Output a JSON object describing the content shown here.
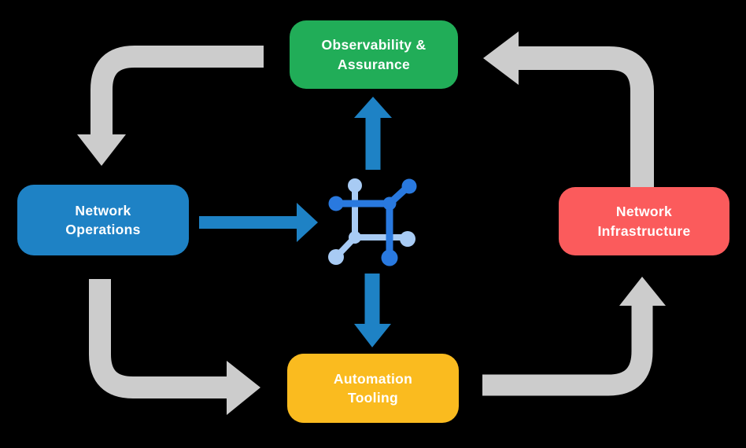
{
  "diagram": {
    "background_color": "#000000",
    "nodes": [
      {
        "id": "observability-assurance",
        "label": "Observability &\nAssurance",
        "color": "#21AD58",
        "text_color": "#FFFFFF",
        "position": "top"
      },
      {
        "id": "network-operations",
        "label": "Network\nOperations",
        "color": "#1E82C5",
        "text_color": "#FFFFFF",
        "position": "left"
      },
      {
        "id": "network-infrastructure",
        "label": "Network\nInfrastructure",
        "color": "#FB5B5C",
        "text_color": "#FFFFFF",
        "position": "right"
      },
      {
        "id": "automation-tooling",
        "label": "Automation\nTooling",
        "color": "#FABB1F",
        "text_color": "#FFFFFF",
        "position": "bottom"
      }
    ],
    "center_icon": {
      "name": "network-mesh-icon",
      "dark_blue": "#2979DF",
      "light_blue": "#A8CBF4"
    },
    "arrows": {
      "gray_color": "#CCCCCC",
      "blue_color": "#1E82C5",
      "flows": [
        {
          "from": "observability-assurance",
          "to": "network-operations",
          "style": "gray"
        },
        {
          "from": "network-operations",
          "to": "automation-tooling",
          "style": "gray"
        },
        {
          "from": "automation-tooling",
          "to": "network-infrastructure",
          "style": "gray"
        },
        {
          "from": "network-infrastructure",
          "to": "observability-assurance",
          "style": "gray"
        },
        {
          "from": "network-operations",
          "to": "center-icon",
          "style": "blue"
        },
        {
          "from": "center-icon",
          "to": "observability-assurance",
          "style": "blue"
        },
        {
          "from": "center-icon",
          "to": "automation-tooling",
          "style": "blue"
        }
      ]
    }
  }
}
